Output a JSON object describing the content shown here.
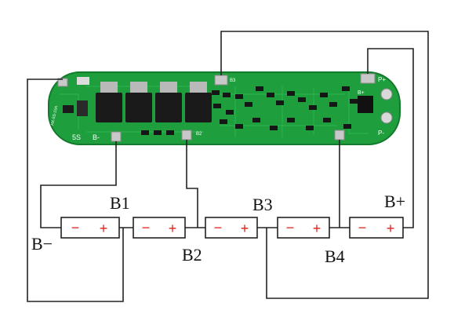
{
  "board": {
    "silk_5s": "5S",
    "silk_bminus": "B-",
    "silk_b2": "B2",
    "silk_b3": "B3",
    "silk_bplus": "B+",
    "silk_pplus": "P+",
    "silk_pminus": "P-",
    "silk_side": "HX-5S-15A"
  },
  "cells": [
    {
      "minus": "−",
      "plus": "+"
    },
    {
      "minus": "−",
      "plus": "+"
    },
    {
      "minus": "−",
      "plus": "+"
    },
    {
      "minus": "−",
      "plus": "+"
    },
    {
      "minus": "−",
      "plus": "+"
    }
  ],
  "labels": {
    "b_minus": "B−",
    "b1": "B1",
    "b2": "B2",
    "b3": "B3",
    "b4": "B4",
    "b_plus": "B+"
  },
  "colors": {
    "pcb": "#1f9e3e",
    "pcb_dark": "#137a2c",
    "wire": "#222222",
    "cell_sign": "#e0201c",
    "pad": "#c8c8c8"
  }
}
